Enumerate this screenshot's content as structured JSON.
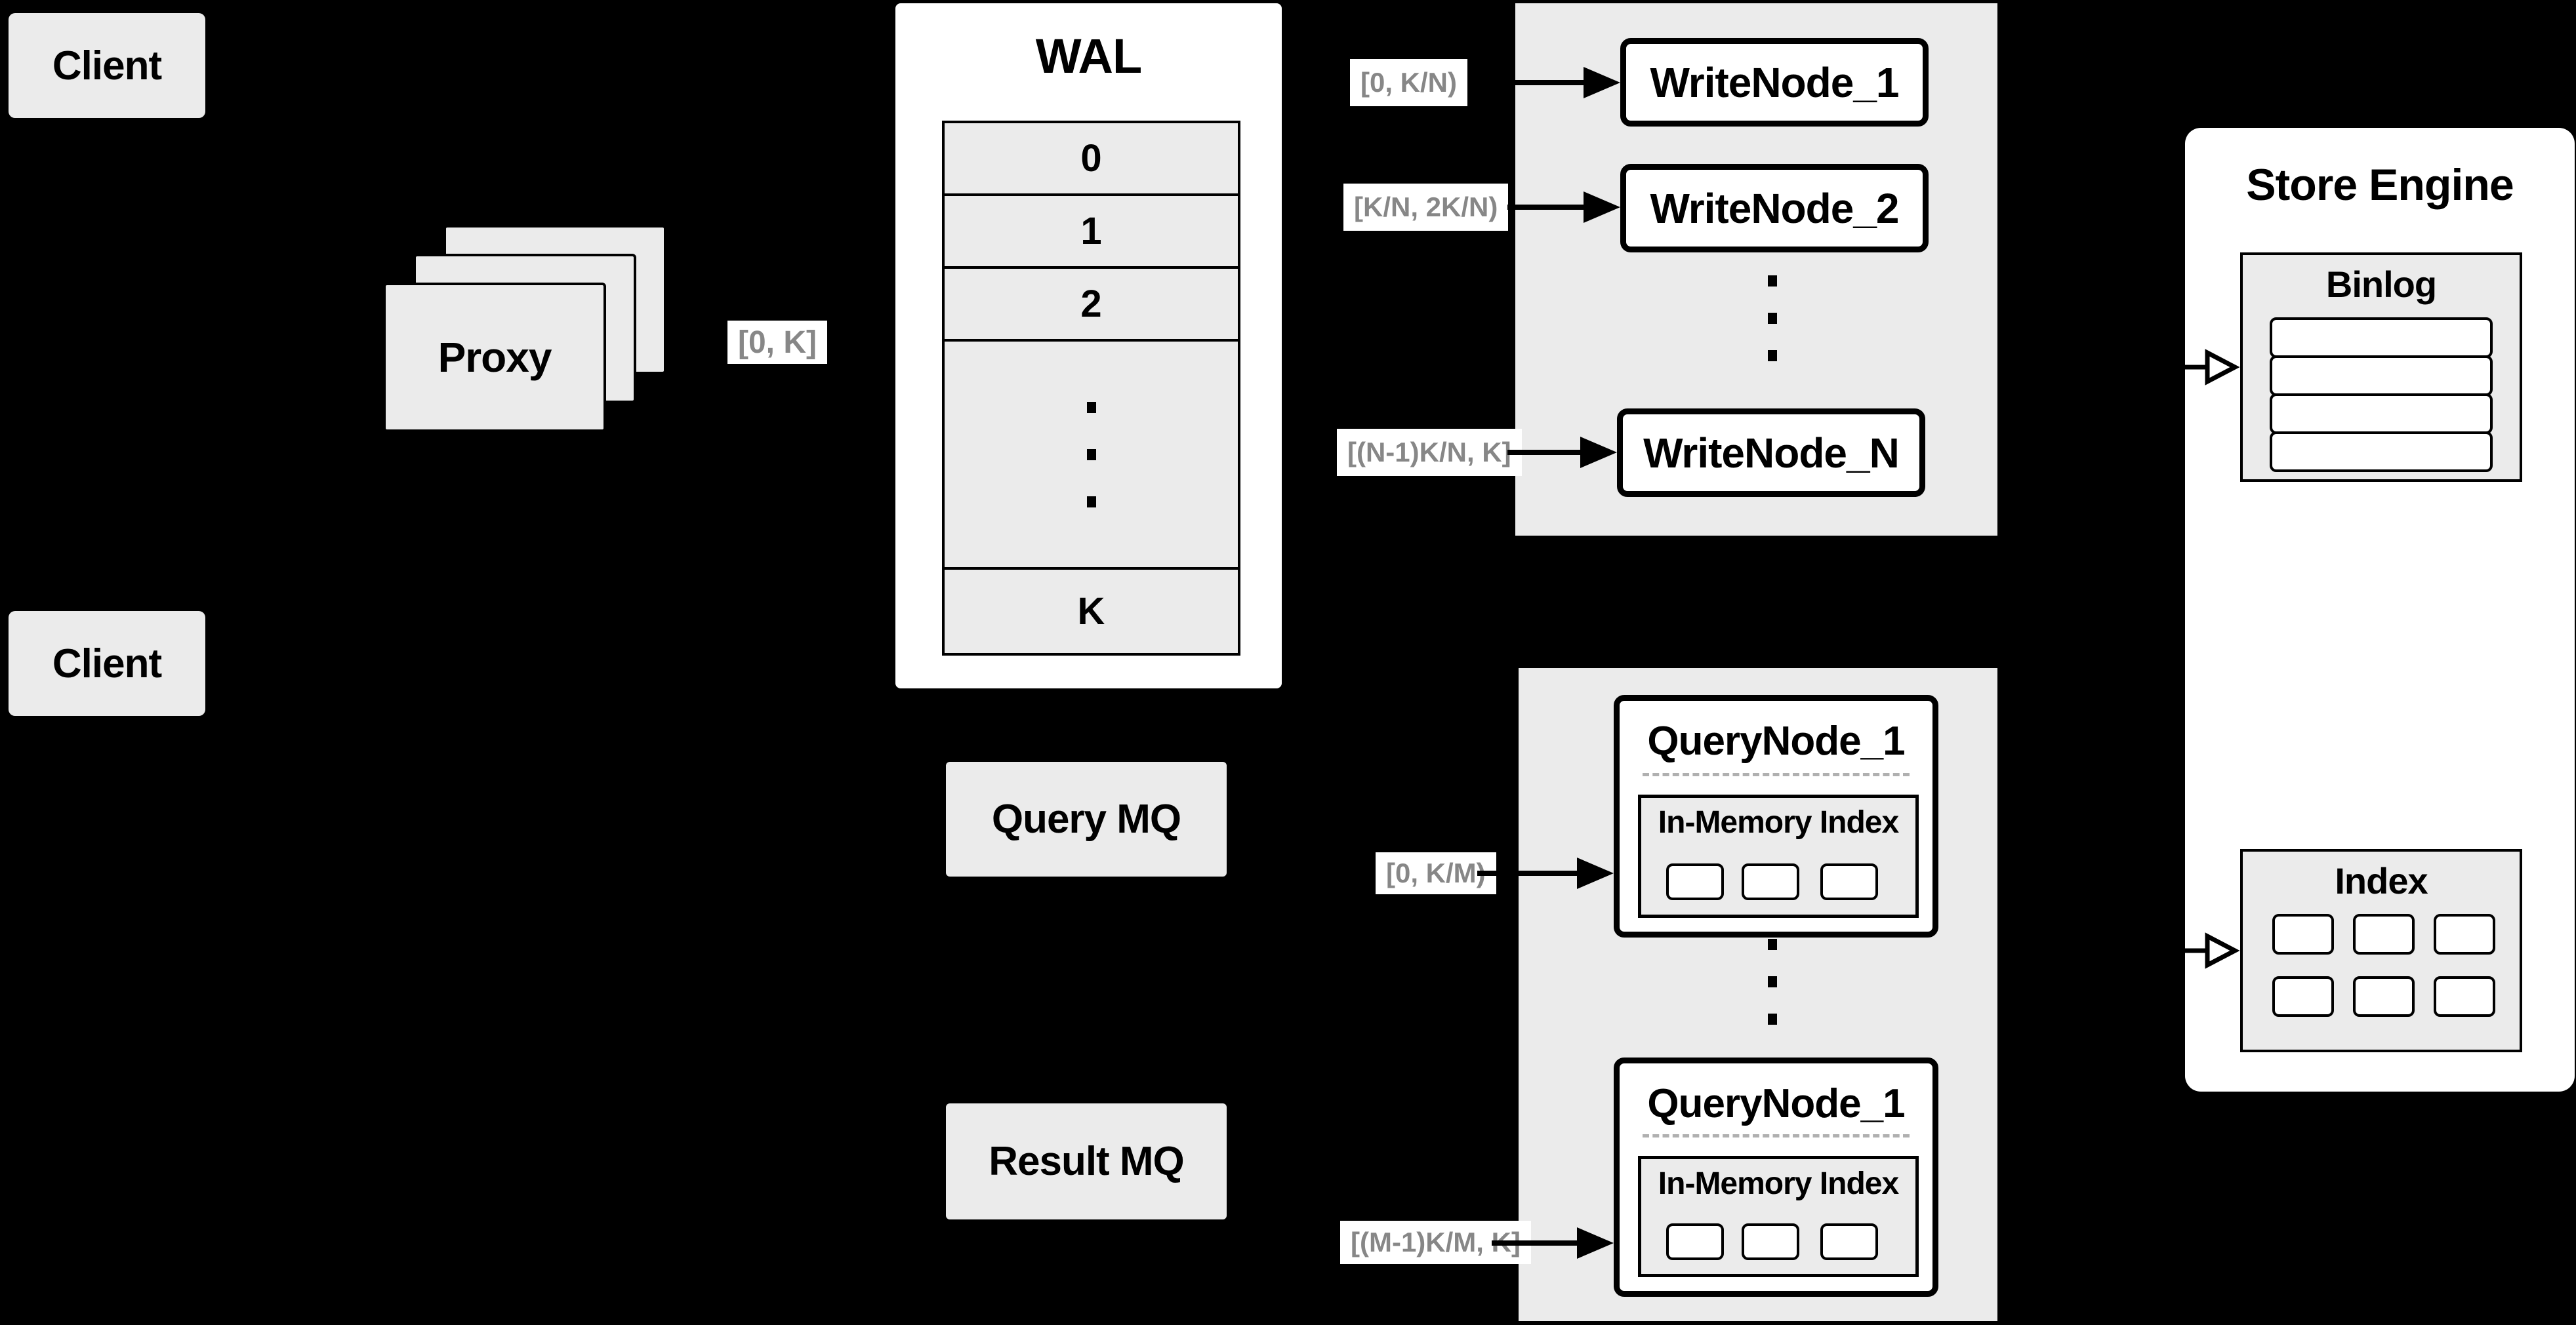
{
  "clients": {
    "top": "Client",
    "bottom": "Client"
  },
  "proxy": {
    "label": "Proxy",
    "range": "[0, K]"
  },
  "wal": {
    "title": "WAL",
    "segments": [
      "0",
      "1",
      "2"
    ],
    "last_segment": "K"
  },
  "write_nodes": [
    {
      "label": "WriteNode_1",
      "range": "[0, K/N)"
    },
    {
      "label": "WriteNode_2",
      "range": "[K/N, 2K/N)"
    },
    {
      "label": "WriteNode_N",
      "range": "[(N-1)K/N, K]"
    }
  ],
  "mq": {
    "query": "Query MQ",
    "result": "Result MQ"
  },
  "query_nodes": [
    {
      "label": "QueryNode_1",
      "inner_title": "In-Memory Index",
      "range": "[0, K/M)"
    },
    {
      "label": "QueryNode_1",
      "inner_title": "In-Memory Index",
      "range": "[(M-1)K/M, K]"
    }
  ],
  "store_engine": {
    "title": "Store Engine",
    "binlog_title": "Binlog",
    "index_title": "Index"
  },
  "colors": {
    "background": "#000000",
    "box_fill": "#ebebeb",
    "node_fill": "#ffffff",
    "border": "#000000",
    "range_text": "#878787",
    "divider": "#b0b0b0"
  }
}
